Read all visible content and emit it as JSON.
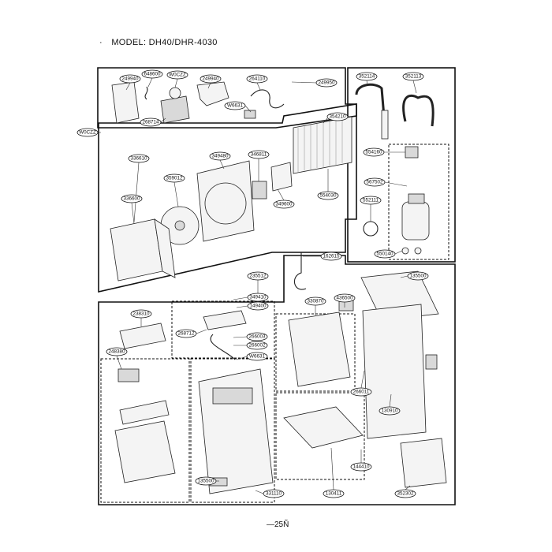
{
  "header": {
    "bullet": "·",
    "title": "MODEL:  DH40/DHR-4030"
  },
  "footer": {
    "page": "—25Ñ"
  },
  "callouts": [
    {
      "id": "c1",
      "label": "249940"
    },
    {
      "id": "c2",
      "label": "648600"
    },
    {
      "id": "c3",
      "label": "W0CZZ"
    },
    {
      "id": "c4",
      "label": "249940"
    },
    {
      "id": "c5",
      "label": "264110"
    },
    {
      "id": "c6",
      "label": "249950"
    },
    {
      "id": "c7",
      "label": "W6631"
    },
    {
      "id": "c8",
      "label": "268714"
    },
    {
      "id": "c9",
      "label": "W0CZZ"
    },
    {
      "id": "c10",
      "label": "352114"
    },
    {
      "id": "c11",
      "label": "352113"
    },
    {
      "id": "c12",
      "label": "354210"
    },
    {
      "id": "c13",
      "label": "336610"
    },
    {
      "id": "c14",
      "label": "349480"
    },
    {
      "id": "c15",
      "label": "346811"
    },
    {
      "id": "c16",
      "label": "359012"
    },
    {
      "id": "c17",
      "label": "336600"
    },
    {
      "id": "c18",
      "label": "349600"
    },
    {
      "id": "c19",
      "label": "554030"
    },
    {
      "id": "c20",
      "label": "554160"
    },
    {
      "id": "c21",
      "label": "567502"
    },
    {
      "id": "c22",
      "label": "552111"
    },
    {
      "id": "c23",
      "label": "550140"
    },
    {
      "id": "c24",
      "label": "162615"
    },
    {
      "id": "c25",
      "label": "235512"
    },
    {
      "id": "c26",
      "label": "135500"
    },
    {
      "id": "c27",
      "label": "349410"
    },
    {
      "id": "c28",
      "label": "149400"
    },
    {
      "id": "c29",
      "label": "238310"
    },
    {
      "id": "c30",
      "label": "330870"
    },
    {
      "id": "c31",
      "label": "436500"
    },
    {
      "id": "c32",
      "label": "268712"
    },
    {
      "id": "c33",
      "label": "266003"
    },
    {
      "id": "c34",
      "label": "266002"
    },
    {
      "id": "c35",
      "label": "W6631"
    },
    {
      "id": "c36",
      "label": "248380"
    },
    {
      "id": "c37",
      "label": "266011"
    },
    {
      "id": "c38",
      "label": "130910"
    },
    {
      "id": "c39",
      "label": "144410"
    },
    {
      "id": "c40",
      "label": "135500"
    },
    {
      "id": "c41",
      "label": "331110"
    },
    {
      "id": "c42",
      "label": "130411"
    },
    {
      "id": "c43",
      "label": "352302"
    }
  ]
}
